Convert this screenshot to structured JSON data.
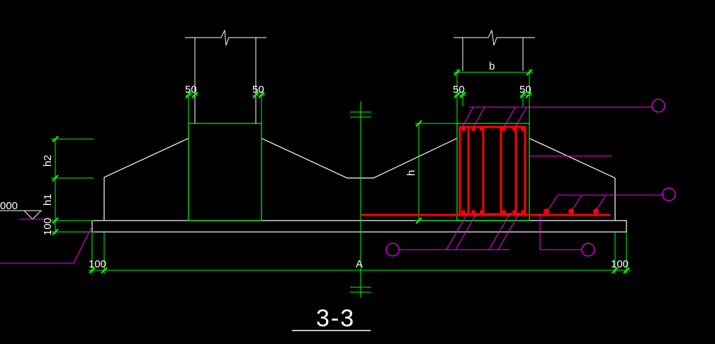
{
  "drawing": {
    "section_title": "3-3",
    "colors": {
      "background": "#000000",
      "outline": "#ffffff",
      "dimension": "#00ff00",
      "rebar": "#ff0000",
      "leader": "#ff00ff"
    },
    "dimensions": {
      "left_col_left_offset": "50",
      "left_col_right_offset": "50",
      "right_col_left_offset": "50",
      "right_col_right_offset": "50",
      "column_width": "b",
      "pedestal_height": "h",
      "slope_height": "h2",
      "base_height": "h1",
      "blinding_thickness": "100",
      "left_overhang": "100",
      "right_overhang": "100",
      "foundation_width": "A",
      "elevation_fragment": "000"
    }
  }
}
